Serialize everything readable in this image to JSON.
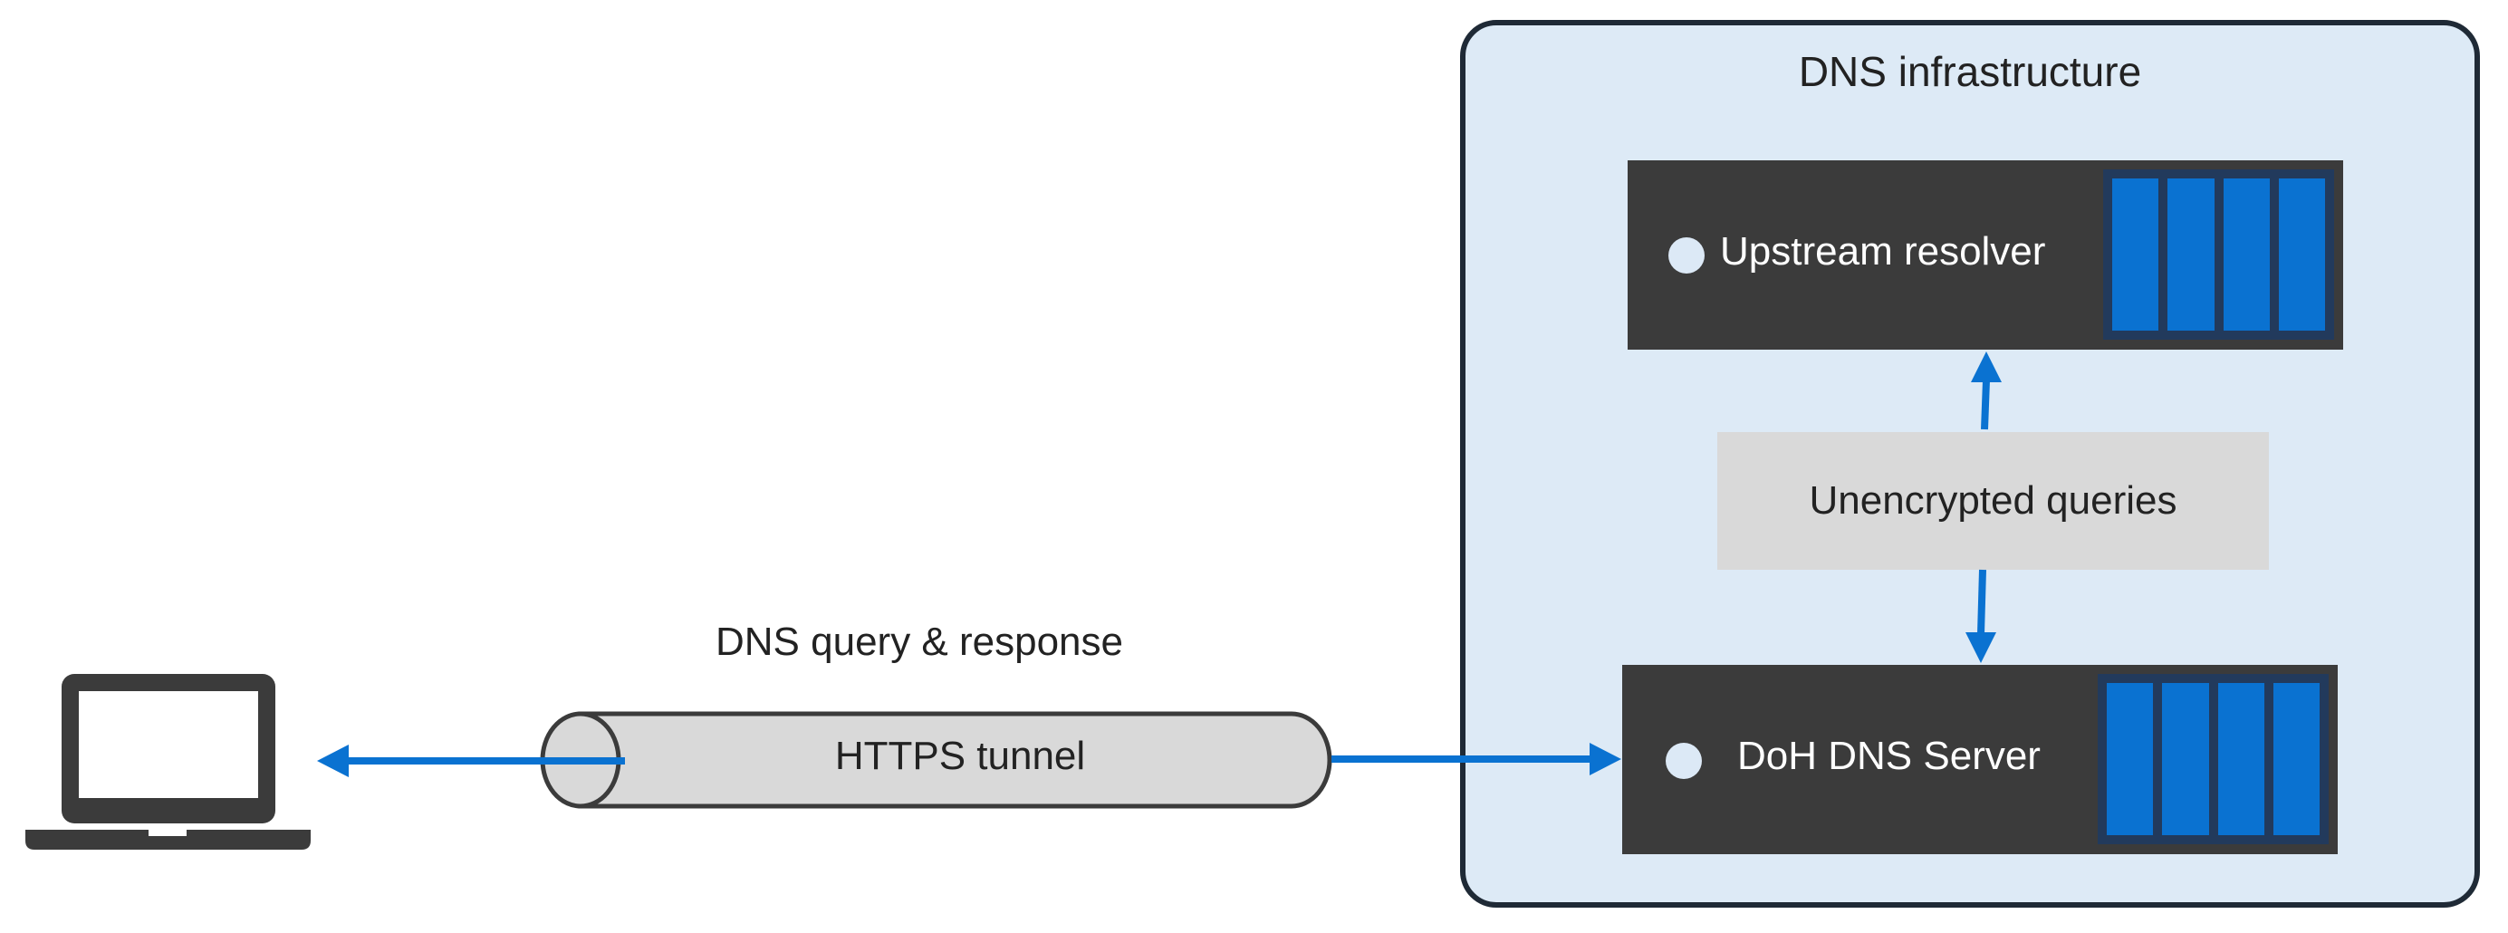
{
  "infrastructure": {
    "title": "DNS infrastructure"
  },
  "upstream_server": {
    "label": "Upstream resolver"
  },
  "doh_server": {
    "label": "DoH DNS Server"
  },
  "internal_link": {
    "label": "Unencrypted queries"
  },
  "tunnel": {
    "caption": "DNS query & response",
    "label": "HTTPS tunnel"
  },
  "icons": {
    "client": "laptop-icon",
    "server_bays": "drive-bay-icon"
  },
  "colors": {
    "arrow": "#0a72d1",
    "infra_fill": "#ddeaf6",
    "infra_border": "#1f2a36",
    "server_body": "#3b3b3b",
    "bay_fill": "#0a72d1",
    "tunnel_fill": "#d9d9d9",
    "label_box": "#d9d9d9"
  }
}
